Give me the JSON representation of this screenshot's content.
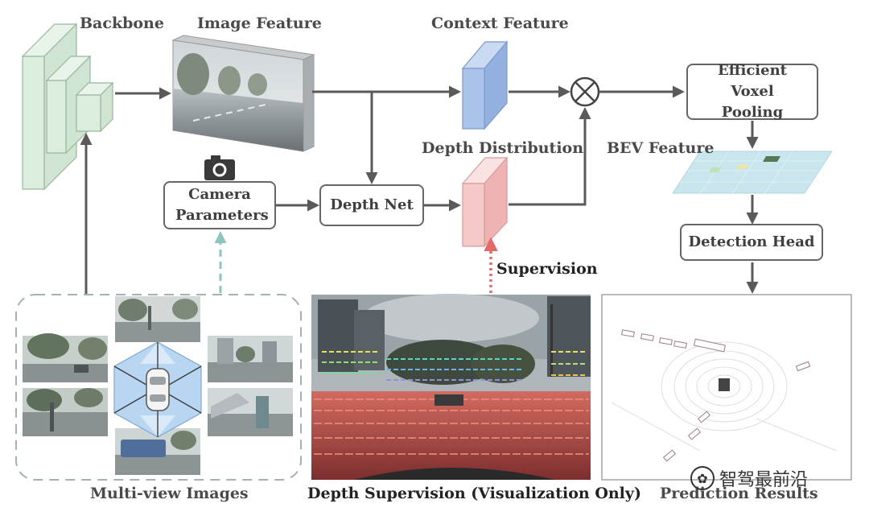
{
  "labels": {
    "backbone": "Backbone",
    "image_feature": "Image Feature",
    "context_feature": "Context Feature",
    "depth_distribution": "Depth Distribution",
    "bev_feature": "BEV Feature",
    "supervision": "Supervision",
    "multi_view_images": "Multi-view Images",
    "depth_supervision": "Depth Supervision (Visualization Only)",
    "prediction_results": "Prediction Results"
  },
  "boxes": {
    "camera_parameters": "Camera Parameters",
    "depth_net": "Depth Net",
    "efficient_voxel_pooling": "Efficient Voxel Pooling",
    "detection_head": "Detection Head"
  },
  "watermark": "智驾最前沿",
  "icons": [
    "camera-icon",
    "multiply-operator-icon",
    "car-icon",
    "watermark-icon"
  ],
  "colors": {
    "backbone": "#dbeedd",
    "context_feature": "#a9c3ea",
    "depth_distribution": "#f6c9c9",
    "bev_feature": "#c9e6ee",
    "arrow": "#5a5a5a",
    "supervision_arrow": "#e46a6a",
    "camera_arrow": "#8fc4bf"
  }
}
